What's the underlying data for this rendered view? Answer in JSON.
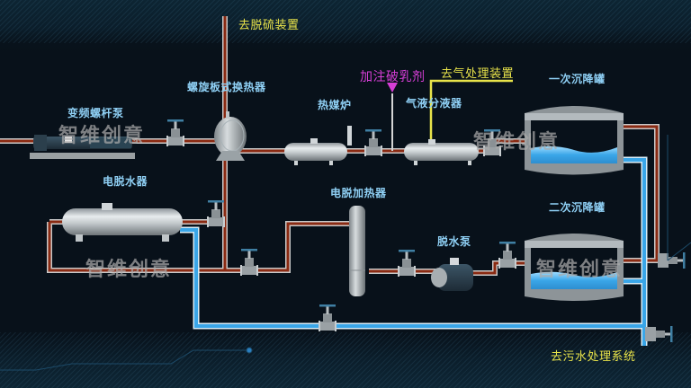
{
  "title": "油泥处理工艺流程",
  "equipment": [
    {
      "id": "screw-pump",
      "label": "变频螺杆泵"
    },
    {
      "id": "spiral-heat-exchanger",
      "label": "螺旋板式换热器"
    },
    {
      "id": "heat-medium-furnace",
      "label": "热媒炉"
    },
    {
      "id": "gas-liquid-separator",
      "label": "气液分液器"
    },
    {
      "id": "primary-settling-tank",
      "label": "一次沉降罐"
    },
    {
      "id": "electro-dehydrator",
      "label": "电脱水器"
    },
    {
      "id": "electro-heater",
      "label": "电脱加热器"
    },
    {
      "id": "dewatering-pump",
      "label": "脱水泵"
    },
    {
      "id": "secondary-settling-tank",
      "label": "二次沉降罐"
    }
  ],
  "destinations": {
    "desulfurization": "去脱硫装置",
    "gas_treatment": "去气处理装置",
    "sewage_treatment": "去污水处理系统"
  },
  "injection": {
    "demulsifier": "加注破乳剂"
  },
  "watermark": "智维创意",
  "colors": {
    "background": "#08111a",
    "oil_pipe": "#8a2a12",
    "water_pipe": "#3aa6e8",
    "gas_pipe": "#e8e34a",
    "label_blue": "#8fd0f5",
    "label_yellow": "#e8e34a",
    "label_magenta": "#d63ed6"
  }
}
